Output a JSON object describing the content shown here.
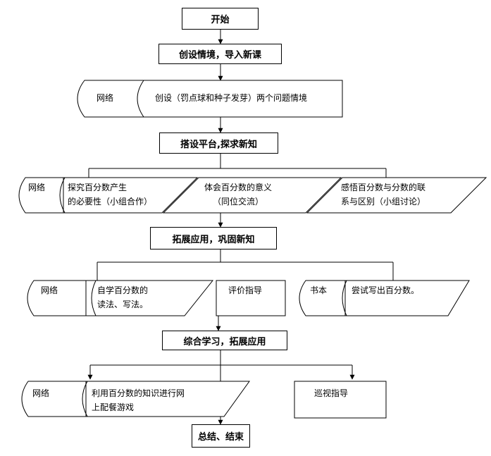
{
  "steps": {
    "start": "开始",
    "step1": "创设情境，导入新课",
    "step2": "搭设平台,探求新知",
    "step3": "拓展应用，巩固新知",
    "step4": "综合学习，拓展应用",
    "end": "总结、结束"
  },
  "row1": {
    "resource": "网络",
    "activity": "创设（罚点球和种子发芽）两个问题情境"
  },
  "row2": {
    "resource": "网络",
    "activity_a": "探究百分数产生\n的必要性（小组合作）",
    "activity_b": "体会百分数的意义\n（同位交流）",
    "activity_c": "感悟百分数与分数的联\n系与区别（小组讨论）"
  },
  "row3": {
    "resource_a": "网络",
    "activity_a": "自学百分数的\n读法、写法。",
    "teacher_a": "评价指导",
    "resource_b": "书本",
    "activity_b": "尝试写出百分数。"
  },
  "row4": {
    "resource": "网络",
    "activity": "利用百分数的知识进行网\n上配餐游戏",
    "teacher": "巡视指导"
  }
}
